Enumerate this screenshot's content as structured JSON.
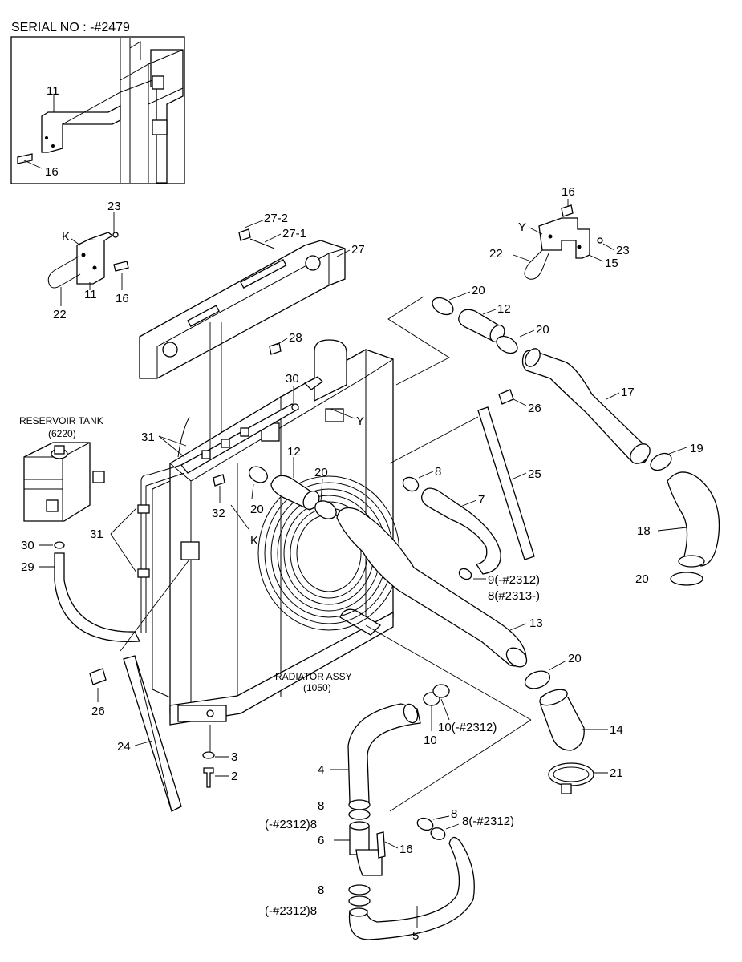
{
  "serial": "SERIAL NO : -#2479",
  "texts": {
    "reservoir_title": "RESERVOIR TANK",
    "reservoir_code": "(6220)",
    "radiator_title": "RADIATOR ASSY",
    "radiator_code": "(1050)"
  },
  "labels": {
    "inset_11": "11",
    "inset_16": "16",
    "k_23": "23",
    "k_K": "K",
    "k_11": "11",
    "k_16": "16",
    "k_22": "22",
    "y_16": "16",
    "y_Y": "Y",
    "y_22": "22",
    "y_23": "23",
    "y_15": "15",
    "p27_2": "27-2",
    "p27_1": "27-1",
    "p27": "27",
    "p28": "28",
    "p30_top": "30",
    "pY": "Y",
    "p20_a": "20",
    "p12_a": "12",
    "p20_b": "20",
    "p17": "17",
    "p26_top": "26",
    "p19": "19",
    "p25": "25",
    "p18": "18",
    "p20_c": "20",
    "p31_top": "31",
    "p12_b": "12",
    "p20_d": "20",
    "p8_a": "8",
    "p7": "7",
    "p32": "32",
    "p20_e": "20",
    "pK": "K",
    "p31_mid": "31",
    "p30_left": "30",
    "p29": "29",
    "p9": "9(-#2312)",
    "p8_b": "8(#2313-)",
    "p13": "13",
    "p20_f": "20",
    "p26_left": "26",
    "p10_a": "10",
    "p10_b": "10(-#2312)",
    "p14": "14",
    "p24": "24",
    "p3": "3",
    "p2": "2",
    "p4": "4",
    "p21": "21",
    "p8_c": "8",
    "p8_d": "(-#2312)8",
    "p8_e": "8",
    "p8_f": "8(-#2312)",
    "p6": "6",
    "p16_bot": "16",
    "p8_g": "8",
    "p8_h": "(-#2312)8",
    "p5": "5"
  }
}
